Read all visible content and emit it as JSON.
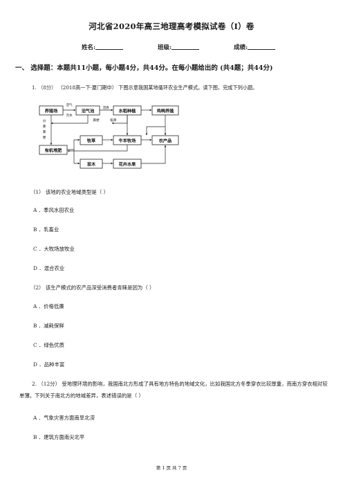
{
  "title": "河北省2020年高三地理高考模拟试卷（I）卷",
  "info": [
    {
      "label": "姓名:"
    },
    {
      "label": "班级:"
    },
    {
      "label": "成绩:"
    }
  ],
  "section1": {
    "heading": "一、  选择题：本题共11小题，每小题4分，共44分。在每小题给出的 (共4题；共44分)"
  },
  "q1": {
    "number": "1.",
    "score": "（8分）",
    "source": "（2018高一下·厦门期中）",
    "stem": "下图示意我国某地循环农业生产模式。读下图，完成下列小题。",
    "diagram": {
      "boxes": {
        "yangzhu": "养猪场",
        "zhaoqi": "沼气池",
        "shuidao": "水稻种植",
        "jiya": "鸡鸭养殖",
        "youji": "有机堆肥",
        "mucao": "牧草",
        "niuyang": "牛羊牧场",
        "nongchanpin": "农产品",
        "miaomu": "苗木",
        "huahui": "花卉水果"
      },
      "labels": {
        "zhaoqi_gas": "沼气",
        "wushui": "污水",
        "zhaoye": "沼液",
        "fenbian": "粪便",
        "daocao": "稻草",
        "feng": "分",
        "pin": "粪",
        "fen": "粪",
        "bian": "便"
      }
    }
  },
  "sub1": {
    "stem": "（1）   该地的农业地域类型是（        ）",
    "options": [
      "A ．季风水田农业",
      "B ．乳畜业",
      "C ．大牧场放牧业",
      "D ．混合农业"
    ]
  },
  "sub2": {
    "stem": "（2）   该生产模式的农产品深受消费者青睐是因为（        ）",
    "options": [
      "A ．价格低廉",
      "B ．减耗保鲜",
      "C ．绿色优质",
      "D ．品种丰富"
    ]
  },
  "q2": {
    "text": "2.  （12分）  受地理环境的影响，我国南北方形成了具有地方特色的地域文化，比如我国北方冬季穿衣比较厚重，而南方穿衣相对较单薄。下列关于南北方的地域差异，表述错误的是（        ）",
    "options": [
      "A ．气象灾害方面南旱北涝",
      "B ．建筑方面南尖北平"
    ]
  },
  "footer": "第 1 页 共 7 页"
}
